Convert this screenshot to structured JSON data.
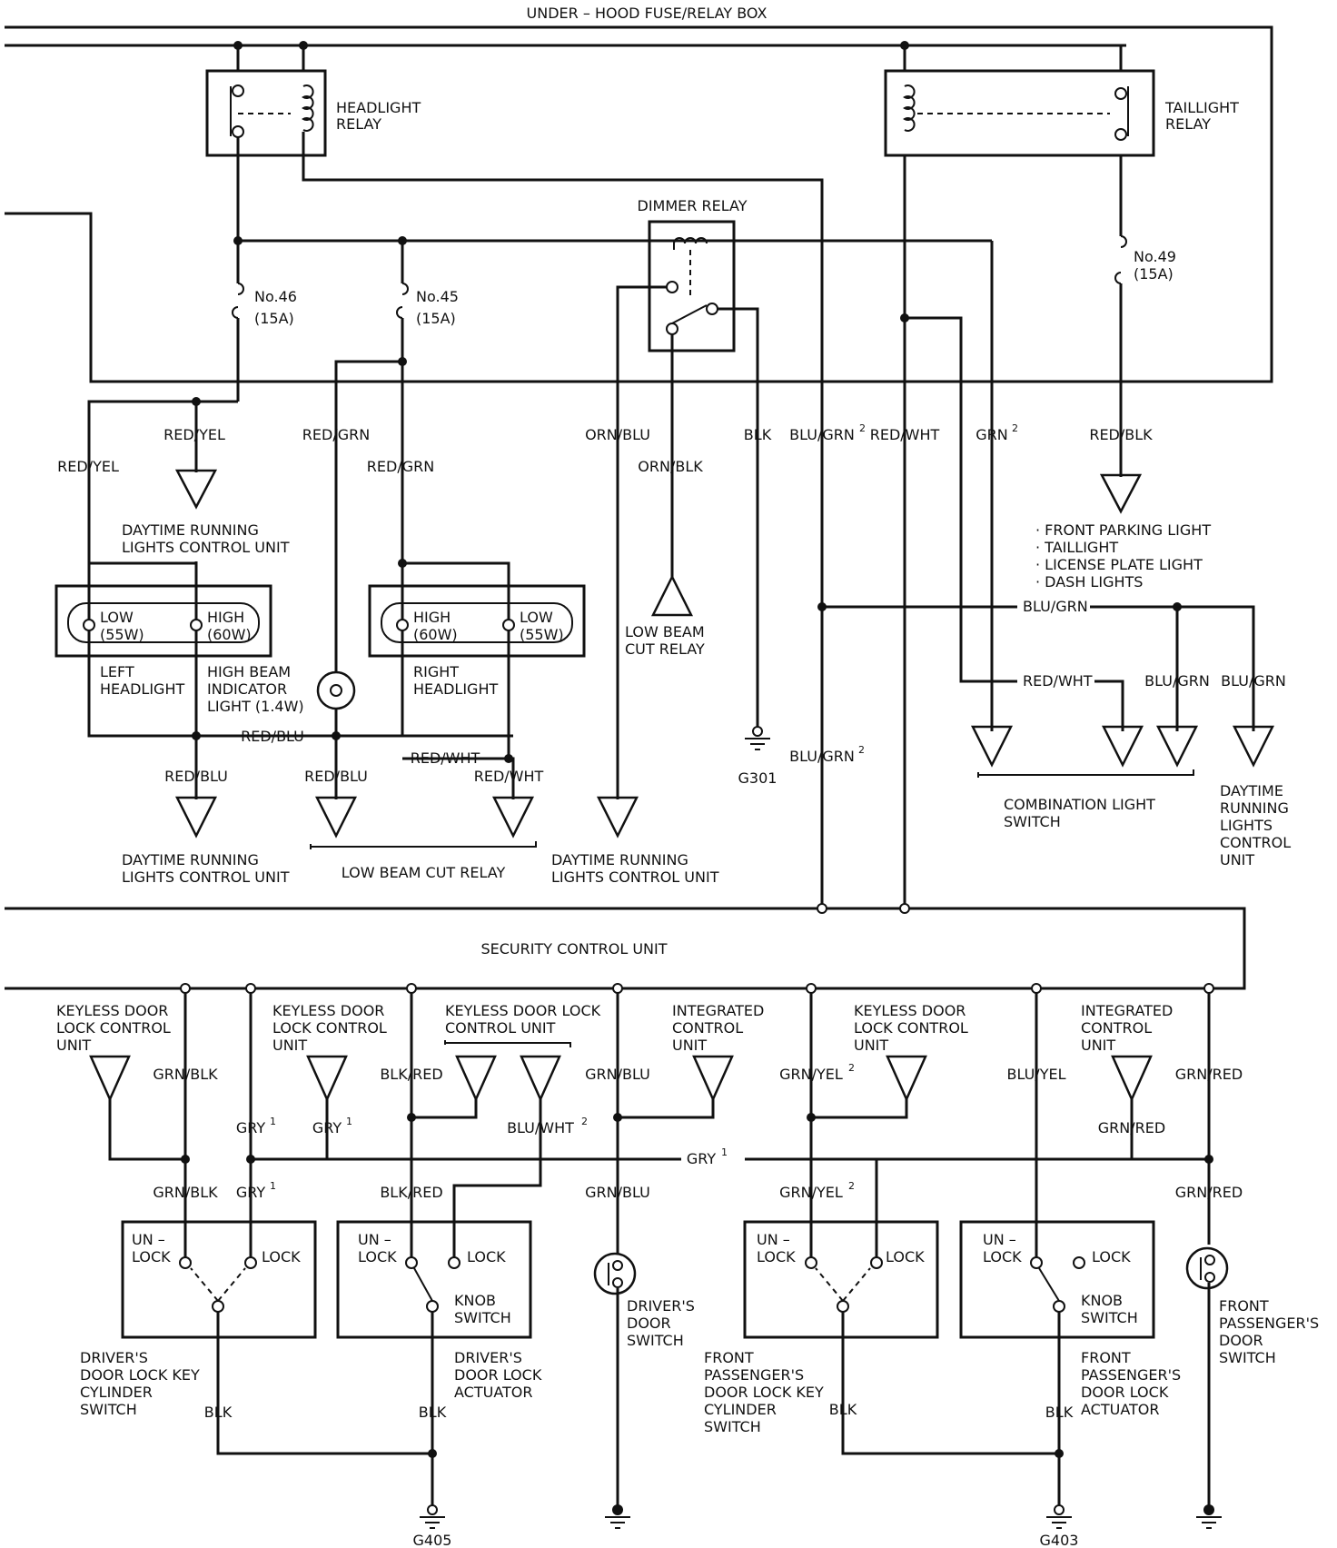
{
  "blocks": {
    "fuse_box": "UNDER – HOOD FUSE/RELAY BOX",
    "security_unit": "SECURITY CONTROL UNIT"
  },
  "relays": {
    "headlight": [
      "HEADLIGHT",
      "RELAY"
    ],
    "taillight": [
      "TAILLIGHT",
      "RELAY"
    ],
    "dimmer": "DIMMER RELAY"
  },
  "fuses": [
    {
      "id": "No.46",
      "rating": "(15A)"
    },
    {
      "id": "No.45",
      "rating": "(15A)"
    },
    {
      "id": "No.49",
      "rating": "(15A)"
    }
  ],
  "headlights": {
    "left": {
      "low": [
        "LOW",
        "(55W)"
      ],
      "high": [
        "HIGH",
        "(60W)"
      ],
      "name": [
        "LEFT",
        "HEADLIGHT"
      ]
    },
    "right": {
      "high": [
        "HIGH",
        "(60W)"
      ],
      "low": [
        "LOW",
        "(55W)"
      ],
      "name": [
        "RIGHT",
        "HEADLIGHT"
      ]
    },
    "indicator": [
      "HIGH BEAM",
      "INDICATOR",
      "LIGHT (1.4W)"
    ]
  },
  "wire_labels": {
    "red_yel": "RED/YEL",
    "red_grn": "RED/GRN",
    "orn_blu": "ORN/BLU",
    "orn_blk": "ORN/BLK",
    "blk": "BLK",
    "blu_grn": "BLU/GRN",
    "red_wht": "RED/WHT",
    "grn": "GRN",
    "red_blk": "RED/BLK",
    "red_blu": "RED/BLU",
    "grn_blk": "GRN/BLK",
    "gry": "GRY",
    "blk_red": "BLK/RED",
    "blu_wht": "BLU/WHT",
    "grn_blu": "GRN/BLU",
    "grn_yel": "GRN/YEL",
    "blu_yel": "BLU/YEL",
    "grn_red": "GRN/RED",
    "sup1": "1",
    "sup2": "2"
  },
  "destinations": {
    "drl_unit": [
      "DAYTIME RUNNING",
      "LIGHTS CONTROL UNIT"
    ],
    "low_beam_cut_relay": [
      "LOW BEAM",
      "CUT RELAY"
    ],
    "low_beam_cut_relay_single": "LOW BEAM CUT RELAY",
    "parking_list": [
      "· FRONT PARKING LIGHT",
      "· TAILLIGHT",
      "· LICENSE PLATE LIGHT",
      "· DASH LIGHTS"
    ],
    "combination_switch": [
      "COMBINATION LIGHT",
      "SWITCH"
    ],
    "drl_unit_stacked": [
      "DAYTIME",
      "RUNNING",
      "LIGHTS",
      "CONTROL",
      "UNIT"
    ],
    "keyless_unit": [
      "KEYLESS DOOR",
      "LOCK CONTROL",
      "UNIT"
    ],
    "keyless_unit_2line": [
      "KEYLESS DOOR LOCK",
      "CONTROL UNIT"
    ],
    "integrated_unit": [
      "INTEGRATED",
      "CONTROL",
      "UNIT"
    ]
  },
  "grounds": {
    "g301": "G301",
    "g405": "G405",
    "g403": "G403"
  },
  "switch_terms": {
    "un": "UN –",
    "lock_un": "LOCK",
    "lock": "LOCK",
    "knob": [
      "KNOB",
      "SWITCH"
    ]
  },
  "components": {
    "drv_cyl": [
      "DRIVER'S",
      "DOOR LOCK KEY",
      "CYLINDER",
      "SWITCH"
    ],
    "drv_act": [
      "DRIVER'S",
      "DOOR LOCK",
      "ACTUATOR"
    ],
    "drv_door": [
      "DRIVER'S",
      "DOOR",
      "SWITCH"
    ],
    "fp_cyl": [
      "FRONT",
      "PASSENGER'S",
      "DOOR LOCK KEY",
      "CYLINDER",
      "SWITCH"
    ],
    "fp_act": [
      "FRONT",
      "PASSENGER'S",
      "DOOR LOCK",
      "ACTUATOR"
    ],
    "fp_door": [
      "FRONT",
      "PASSENGER'S",
      "DOOR",
      "SWITCH"
    ]
  }
}
